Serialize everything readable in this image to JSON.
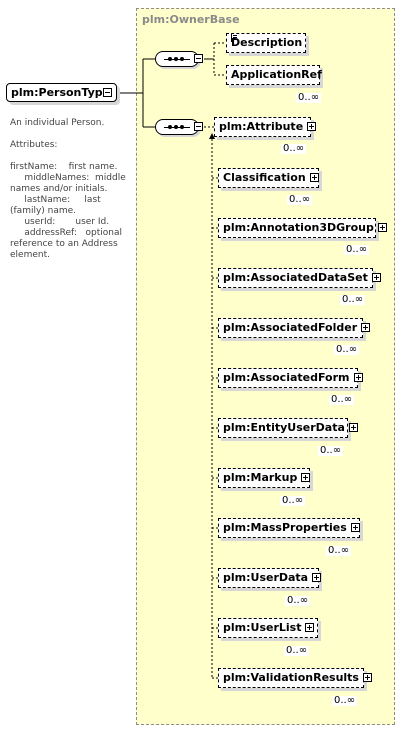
{
  "diagram": {
    "root": {
      "label": "plm:PersonType"
    },
    "documentation": "An individual Person.\n\nAttributes:\n\nfirstName:    first name.\n     middleNames:  middle names and/or initials.\n     lastName:     last (family) name.\n     userId:       user Id.\n     addressRef:   optional reference to an Address element.",
    "group": {
      "title": "plm:OwnerBase"
    },
    "first_sequence": [
      {
        "label": "Description",
        "card": ""
      },
      {
        "label": "ApplicationRef",
        "card": "0..∞"
      }
    ],
    "second_sequence": [
      {
        "label": "plm:Attribute",
        "card": "0..∞"
      },
      {
        "label": "Classification",
        "card": "0..∞"
      },
      {
        "label": "plm:Annotation3DGroup",
        "card": "0..∞"
      },
      {
        "label": "plm:AssociatedDataSet",
        "card": "0..∞"
      },
      {
        "label": "plm:AssociatedFolder",
        "card": "0..∞"
      },
      {
        "label": "plm:AssociatedForm",
        "card": "0..∞"
      },
      {
        "label": "plm:EntityUserData",
        "card": "0..∞"
      },
      {
        "label": "plm:Markup",
        "card": "0..∞"
      },
      {
        "label": "plm:MassProperties",
        "card": "0..∞"
      },
      {
        "label": "plm:UserData",
        "card": "0..∞"
      },
      {
        "label": "plm:UserList",
        "card": "0..∞"
      },
      {
        "label": "plm:ValidationResults",
        "card": "0..∞"
      }
    ]
  }
}
